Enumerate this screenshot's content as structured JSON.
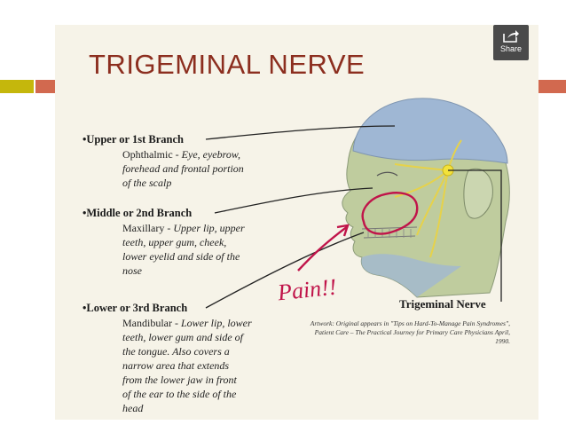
{
  "share": {
    "label": "Share",
    "icon": "share-icon"
  },
  "slide": {
    "title": "TRIGEMINAL NERVE",
    "branches": [
      {
        "heading": "•Upper or 1st Branch",
        "lead": "Ophthalmic - ",
        "lines": [
          "Eye, eyebrow,",
          "forehead and frontal portion",
          "of the scalp"
        ]
      },
      {
        "heading": "•Middle or 2nd Branch",
        "lead": "Maxillary - ",
        "lines": [
          "Upper lip, upper",
          "teeth, upper gum, cheek,",
          "lower eyelid and side of the",
          "nose"
        ]
      },
      {
        "heading": "•Lower or 3rd Branch",
        "lead": "Mandibular - ",
        "lines": [
          "Lower lip, lower",
          "teeth, lower gum and side of",
          "the tongue.  Also covers a",
          "narrow area that extends",
          "from the lower jaw in front",
          "of the ear to the side of the",
          "head"
        ]
      }
    ],
    "caption": "Trigeminal Nerve",
    "credit": "Artwork: Original appears in \"Tips on Hard-To-Manage Pain Syndromes\", Patient Care – The Practical Journey for Primary Care Physicians April, 1990.",
    "annotation": "Pain!!"
  },
  "colors": {
    "title": "#8c2e1f",
    "accent_olive": "#c5b70c",
    "accent_red": "#d2694f",
    "annotation": "#c0144a",
    "head_blue": "#9fb7d4",
    "head_green": "#b8c89b"
  }
}
